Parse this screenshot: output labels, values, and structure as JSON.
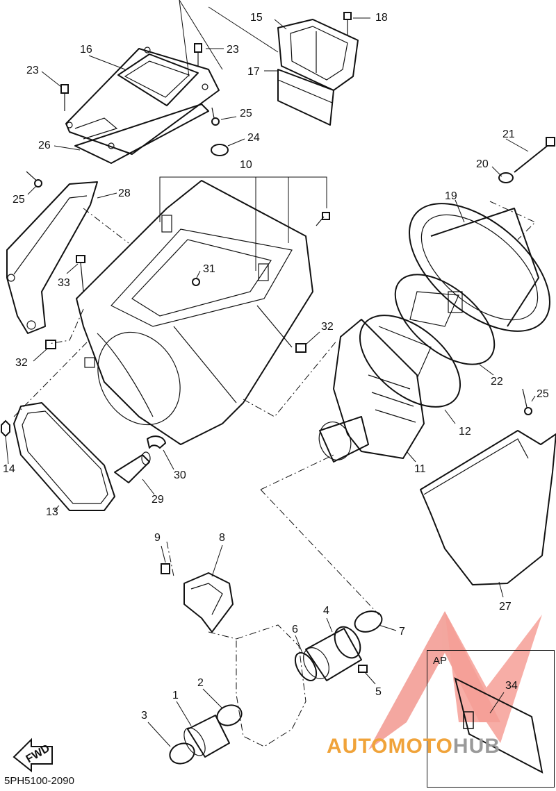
{
  "diagram_code": "5PH5100-2090",
  "fwd_label": "FWD",
  "inset": {
    "label": "AP",
    "part_number": "34"
  },
  "watermark": {
    "brand_part1": "AUTOMOTO",
    "brand_part2": "HUB",
    "color_primary": "#f0a33a",
    "color_secondary": "#9a9a9a",
    "logo_color": "#f08a80"
  },
  "callouts": {
    "c1": "1",
    "c2": "2",
    "c3": "3",
    "c4": "4",
    "c5": "5",
    "c6": "6",
    "c7": "7",
    "c8": "8",
    "c9": "9",
    "c10": "10",
    "c11": "11",
    "c12": "12",
    "c13": "13",
    "c14": "14",
    "c15": "15",
    "c16": "16",
    "c17": "17",
    "c18": "18",
    "c19": "19",
    "c20": "20",
    "c21": "21",
    "c22": "22",
    "c23a": "23",
    "c23b": "23",
    "c24": "24",
    "c25a": "25",
    "c25b": "25",
    "c25c": "25",
    "c26": "26",
    "c27": "27",
    "c28": "28",
    "c29": "29",
    "c30": "30",
    "c31": "31",
    "c32a": "32",
    "c32b": "32",
    "c33": "33"
  }
}
